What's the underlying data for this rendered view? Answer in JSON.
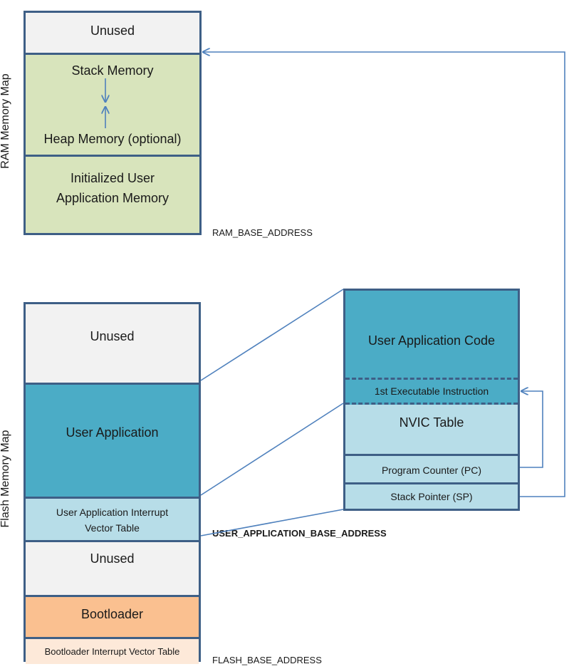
{
  "ram": {
    "label": "RAM Memory Map",
    "unused": "Unused",
    "stack": "Stack Memory",
    "heap": "Heap Memory (optional)",
    "initialized_line1": "Initialized User",
    "initialized_line2": "Application Memory",
    "base_address": "RAM_BASE_ADDRESS"
  },
  "flash": {
    "label": "Flash Memory Map",
    "unused_top": "Unused",
    "user_application": "User Application",
    "uaivt_line1": "User Application Interrupt",
    "uaivt_line2": "Vector Table",
    "unused_bottom": "Unused",
    "bootloader": "Bootloader",
    "bootloader_ivt": "Bootloader Interrupt Vector Table",
    "base_address": "FLASH_BASE_ADDRESS",
    "user_app_base_address": "USER_APPLICATION_BASE_ADDRESS"
  },
  "detail": {
    "code": "User Application Code",
    "first_instruction": "1st Executable Instruction",
    "nvic": "NVIC Table",
    "pc": "Program Counter (PC)",
    "sp": "Stack Pointer (SP)"
  },
  "colors": {
    "border": "#3e5f86",
    "unused": "#f2f2f2",
    "ram_green": "#d8e4bc",
    "app_teal": "#4bacc6",
    "light_teal": "#b7dde8",
    "bootloader": "#fac090",
    "bootloader_ivt": "#fde9d9",
    "arrow": "#4f81bd"
  }
}
